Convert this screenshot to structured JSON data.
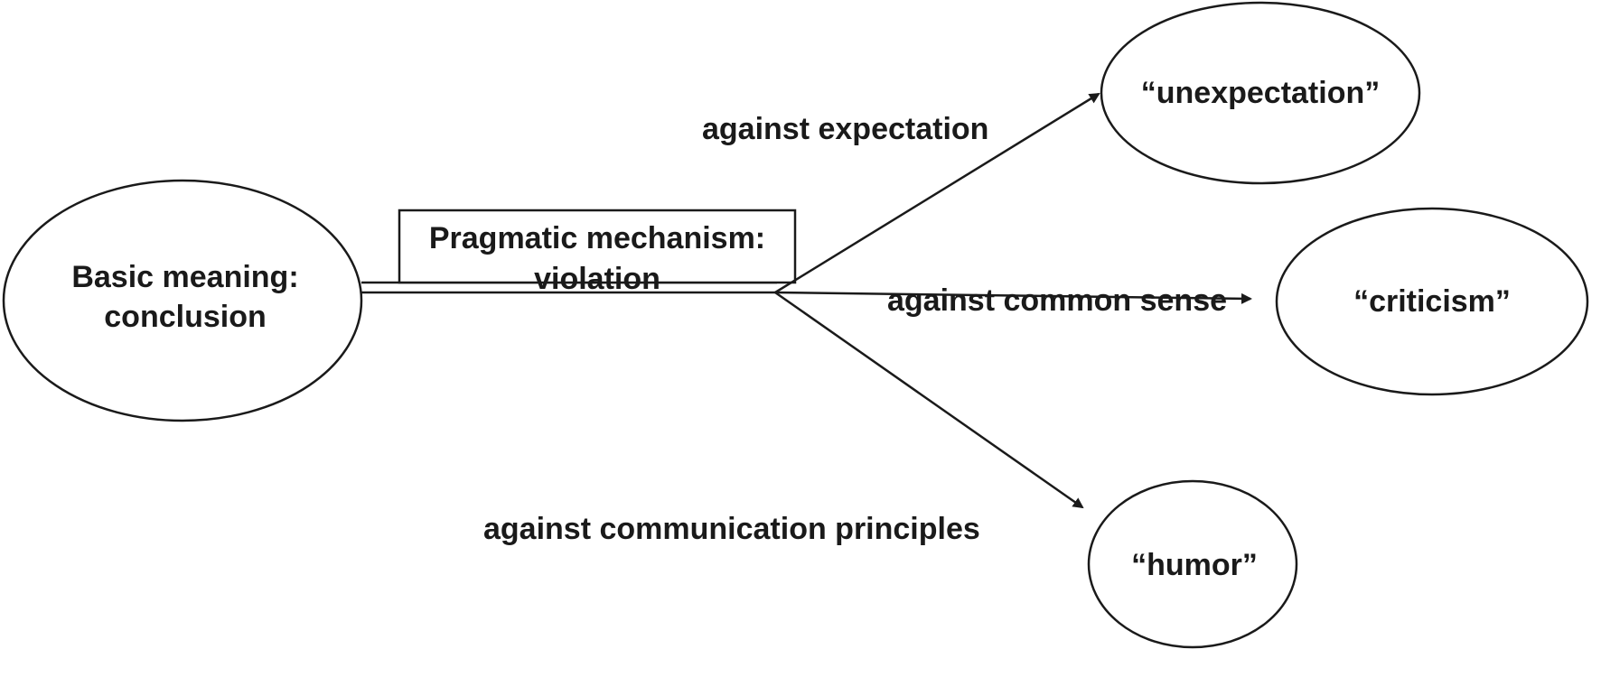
{
  "nodes": {
    "basic": {
      "line1": "Basic meaning:",
      "line2": "conclusion"
    },
    "mechanism": {
      "line1": "Pragmatic mechanism:",
      "line2": "violation"
    },
    "unexpectation": {
      "label": "“unexpectation”"
    },
    "criticism": {
      "label": "“criticism”"
    },
    "humor": {
      "label": "“humor”"
    }
  },
  "edges": {
    "expectation": {
      "label": "against expectation"
    },
    "common_sense": {
      "label": "against common sense"
    },
    "communication": {
      "label": "against communication principles"
    }
  },
  "colors": {
    "stroke": "#1a1a1a",
    "background": "#ffffff"
  }
}
